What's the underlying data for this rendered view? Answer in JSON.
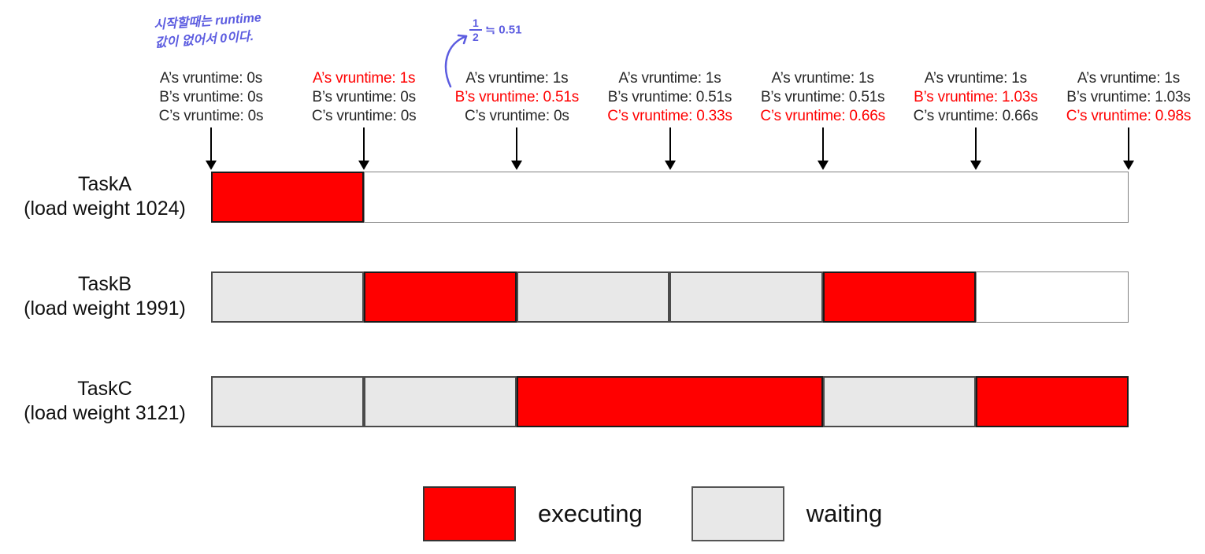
{
  "annotations": {
    "note1_line1": "시작할때는 runtime",
    "note1_line2": "값이 없어서 0이다.",
    "note2_numerator": "1",
    "note2_denominator": "2",
    "note2_relation": "≒",
    "note2_value": "0.51"
  },
  "vruntime_columns": [
    {
      "lines": [
        {
          "text": "A’s vruntime: 0s",
          "highlight": false
        },
        {
          "text": "B’s vruntime: 0s",
          "highlight": false
        },
        {
          "text": "C’s vruntime: 0s",
          "highlight": false
        }
      ]
    },
    {
      "lines": [
        {
          "text": "A’s vruntime: 1s",
          "highlight": true
        },
        {
          "text": "B’s vruntime: 0s",
          "highlight": false
        },
        {
          "text": "C’s vruntime: 0s",
          "highlight": false
        }
      ]
    },
    {
      "lines": [
        {
          "text": "A’s vruntime: 1s",
          "highlight": false
        },
        {
          "text": "B’s vruntime: 0.51s",
          "highlight": true
        },
        {
          "text": "C’s vruntime: 0s",
          "highlight": false
        }
      ]
    },
    {
      "lines": [
        {
          "text": "A’s vruntime: 1s",
          "highlight": false
        },
        {
          "text": "B’s vruntime: 0.51s",
          "highlight": false
        },
        {
          "text": "C’s vruntime: 0.33s",
          "highlight": true
        }
      ]
    },
    {
      "lines": [
        {
          "text": "A’s vruntime: 1s",
          "highlight": false
        },
        {
          "text": "B’s vruntime: 0.51s",
          "highlight": false
        },
        {
          "text": "C’s vruntime: 0.66s",
          "highlight": true
        }
      ]
    },
    {
      "lines": [
        {
          "text": "A’s vruntime: 1s",
          "highlight": false
        },
        {
          "text": "B’s vruntime: 1.03s",
          "highlight": true
        },
        {
          "text": "C’s vruntime: 0.66s",
          "highlight": false
        }
      ]
    },
    {
      "lines": [
        {
          "text": "A’s vruntime: 1s",
          "highlight": false
        },
        {
          "text": "B’s vruntime: 1.03s",
          "highlight": false
        },
        {
          "text": "C’s vruntime: 0.98s",
          "highlight": true
        }
      ]
    }
  ],
  "tasks": [
    {
      "name": "TaskA",
      "weight_label": "(load weight 1024)",
      "segments": [
        {
          "state": "executing",
          "span": 1
        },
        {
          "state": "idle",
          "span": 5
        }
      ]
    },
    {
      "name": "TaskB",
      "weight_label": "(load weight 1991)",
      "segments": [
        {
          "state": "waiting",
          "span": 1
        },
        {
          "state": "executing",
          "span": 1
        },
        {
          "state": "waiting",
          "span": 1
        },
        {
          "state": "waiting",
          "span": 1
        },
        {
          "state": "executing",
          "span": 1
        },
        {
          "state": "idle",
          "span": 1
        }
      ]
    },
    {
      "name": "TaskC",
      "weight_label": "(load weight 3121)",
      "segments": [
        {
          "state": "waiting",
          "span": 1
        },
        {
          "state": "waiting",
          "span": 1
        },
        {
          "state": "executing",
          "span": 2
        },
        {
          "state": "waiting",
          "span": 1
        },
        {
          "state": "executing",
          "span": 1
        }
      ]
    }
  ],
  "timeline": {
    "points": 7,
    "intervals": 6
  },
  "legend": [
    {
      "label": "executing",
      "color": "#ff0000"
    },
    {
      "label": "waiting",
      "color": "#e8e8e8"
    }
  ],
  "colors": {
    "executing": "#ff0000",
    "waiting": "#e8e8e8",
    "highlight_text": "#ff0000",
    "normal_text": "#262626",
    "annotation_blue": "#5c5ce0"
  }
}
